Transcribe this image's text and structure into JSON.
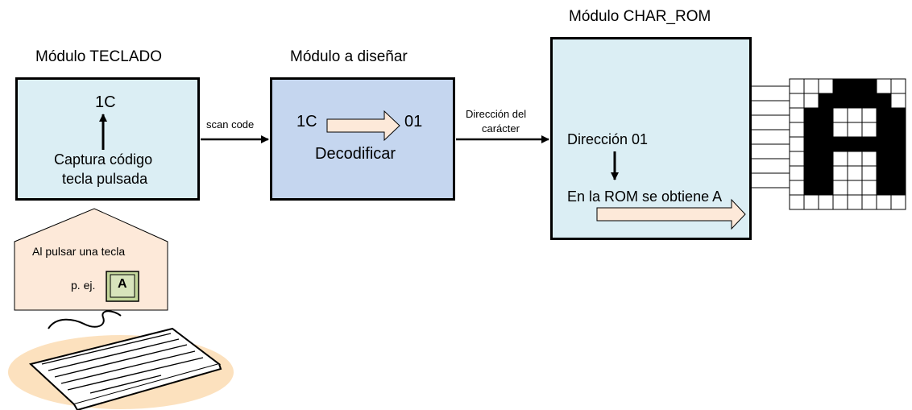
{
  "teclado": {
    "title": "Módulo TECLADO",
    "code": "1C",
    "desc_line1": "Captura código",
    "desc_line2": "tecla pulsada"
  },
  "disenar": {
    "title": "Módulo a diseñar",
    "in_code": "1C",
    "out_code": "01",
    "action": "Decodificar"
  },
  "char_rom": {
    "title": "Módulo CHAR_ROM",
    "address": "Dirección 01",
    "result": "En la ROM se obtiene A"
  },
  "links": {
    "scan_code": "scan code",
    "direccion_line1": "Dirección del",
    "direccion_line2": "carácter"
  },
  "keypress": {
    "line1": "Al pulsar una tecla",
    "example": "p. ej.",
    "key": "A"
  },
  "glyph": {
    "rows": [
      "00011100",
      "00111110",
      "01100011",
      "01100011",
      "01111111",
      "01100011",
      "01100011",
      "01100011",
      "00000000"
    ]
  },
  "colors": {
    "light_box": "#dbeef4",
    "blue_box": "#c5d6ef",
    "peach": "#fde9d9",
    "key_fill": "#d8e4bc"
  }
}
